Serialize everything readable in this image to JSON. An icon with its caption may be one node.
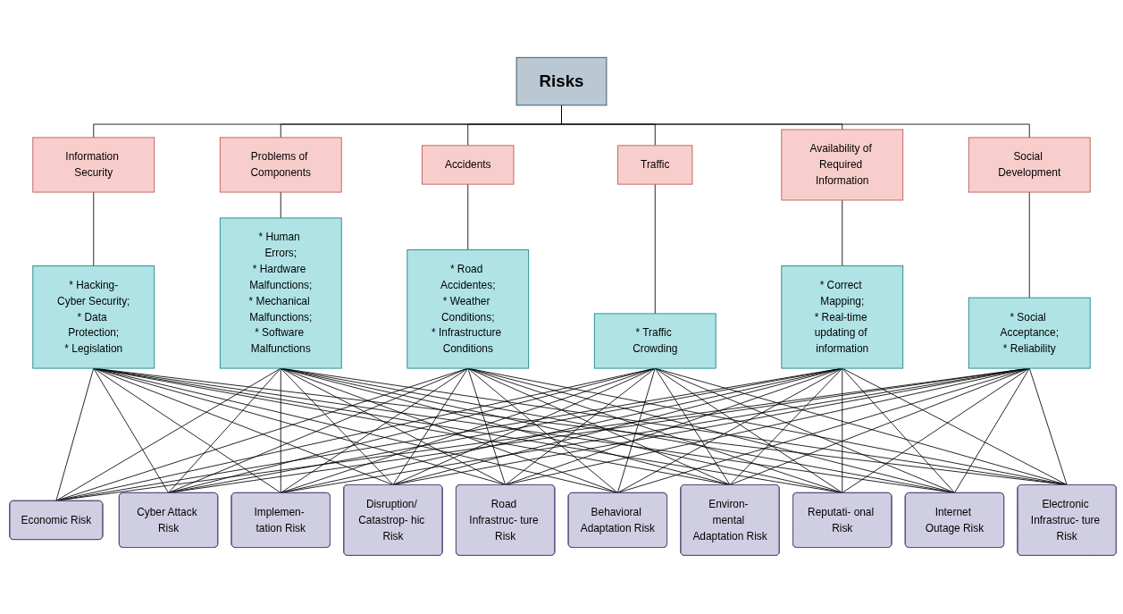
{
  "diagram": {
    "nodes": [
      {
        "text": [
          "Risks"
        ]
      },
      {
        "text": [
          "Information Security"
        ]
      },
      {
        "text": [
          "Problems of Components"
        ]
      },
      {
        "text": [
          "Accidents"
        ]
      },
      {
        "text": [
          "Traffic"
        ]
      },
      {
        "text": [
          "Availability of Required Information"
        ]
      },
      {
        "text": [
          "Social Development"
        ]
      },
      {
        "text": [
          "* Hacking-Cyber Security;",
          "* Data Protection;",
          "* Legislation"
        ]
      },
      {
        "text": [
          "* Human Errors;",
          "* Hardware Malfunctions;",
          "* Mechanical Malfunctions;",
          "* Software Malfunctions"
        ]
      },
      {
        "text": [
          "* Road Accidentes;",
          "* Weather Conditions;",
          "* Infrastructure Conditions"
        ]
      },
      {
        "text": [
          "* Traffic Crowding"
        ]
      },
      {
        "text": [
          "* Correct Mapping;",
          "* Real-time updating of information"
        ]
      },
      {
        "text": [
          "* Social Acceptance;",
          "* Reliability"
        ]
      },
      {
        "text": [
          "Economic Risk"
        ]
      },
      {
        "text": [
          "Cyber Attack Risk"
        ]
      },
      {
        "text": [
          "Implemen- tation Risk"
        ]
      },
      {
        "text": [
          "Disruption/ Catastrop- hic Risk"
        ]
      },
      {
        "text": [
          "Road Infrastruc- ture Risk"
        ]
      },
      {
        "text": [
          "Behavioral Adaptation Risk"
        ]
      },
      {
        "text": [
          "Environ- mental Adaptation Risk"
        ]
      },
      {
        "text": [
          "Reputati- onal Risk"
        ]
      },
      {
        "text": [
          "Internet Outage Risk"
        ]
      },
      {
        "text": [
          "Electronic Infrastruc- ture Risk"
        ]
      }
    ],
    "edges": [
      {
        "from": 0,
        "to": 1,
        "arrow": "none"
      },
      {
        "from": 0,
        "to": 2,
        "arrow": "none"
      },
      {
        "from": 0,
        "to": 3,
        "arrow": "none"
      },
      {
        "from": 0,
        "to": 4,
        "arrow": "none"
      },
      {
        "from": 0,
        "to": 5,
        "arrow": "none"
      },
      {
        "from": 0,
        "to": 6,
        "arrow": "none"
      },
      {
        "from": 1,
        "to": 7,
        "arrow": "none"
      },
      {
        "from": 2,
        "to": 8,
        "arrow": "none"
      },
      {
        "from": 3,
        "to": 9,
        "arrow": "none"
      },
      {
        "from": 4,
        "to": 10,
        "arrow": "none"
      },
      {
        "from": 5,
        "to": 11,
        "arrow": "none"
      },
      {
        "from": 6,
        "to": 12,
        "arrow": "none"
      },
      {
        "from": 7,
        "to": 13,
        "arrow": "none"
      },
      {
        "from": 7,
        "to": 14,
        "arrow": "none"
      },
      {
        "from": 7,
        "to": 15,
        "arrow": "none"
      },
      {
        "from": 7,
        "to": 16,
        "arrow": "none"
      },
      {
        "from": 7,
        "to": 17,
        "arrow": "none"
      },
      {
        "from": 7,
        "to": 18,
        "arrow": "none"
      },
      {
        "from": 7,
        "to": 19,
        "arrow": "none"
      },
      {
        "from": 7,
        "to": 20,
        "arrow": "none"
      },
      {
        "from": 7,
        "to": 21,
        "arrow": "none"
      },
      {
        "from": 7,
        "to": 22,
        "arrow": "none"
      },
      {
        "from": 8,
        "to": 13,
        "arrow": "none"
      },
      {
        "from": 8,
        "to": 14,
        "arrow": "none"
      },
      {
        "from": 8,
        "to": 15,
        "arrow": "none"
      },
      {
        "from": 8,
        "to": 16,
        "arrow": "none"
      },
      {
        "from": 8,
        "to": 17,
        "arrow": "none"
      },
      {
        "from": 8,
        "to": 18,
        "arrow": "none"
      },
      {
        "from": 8,
        "to": 19,
        "arrow": "none"
      },
      {
        "from": 8,
        "to": 20,
        "arrow": "none"
      },
      {
        "from": 8,
        "to": 21,
        "arrow": "none"
      },
      {
        "from": 8,
        "to": 22,
        "arrow": "none"
      },
      {
        "from": 9,
        "to": 13,
        "arrow": "none"
      },
      {
        "from": 9,
        "to": 14,
        "arrow": "none"
      },
      {
        "from": 9,
        "to": 15,
        "arrow": "none"
      },
      {
        "from": 9,
        "to": 16,
        "arrow": "none"
      },
      {
        "from": 9,
        "to": 17,
        "arrow": "none"
      },
      {
        "from": 9,
        "to": 18,
        "arrow": "none"
      },
      {
        "from": 9,
        "to": 19,
        "arrow": "none"
      },
      {
        "from": 9,
        "to": 20,
        "arrow": "none"
      },
      {
        "from": 9,
        "to": 21,
        "arrow": "none"
      },
      {
        "from": 9,
        "to": 22,
        "arrow": "none"
      },
      {
        "from": 10,
        "to": 13,
        "arrow": "none"
      },
      {
        "from": 10,
        "to": 14,
        "arrow": "none"
      },
      {
        "from": 10,
        "to": 15,
        "arrow": "none"
      },
      {
        "from": 10,
        "to": 16,
        "arrow": "none"
      },
      {
        "from": 10,
        "to": 17,
        "arrow": "none"
      },
      {
        "from": 10,
        "to": 18,
        "arrow": "none"
      },
      {
        "from": 10,
        "to": 19,
        "arrow": "none"
      },
      {
        "from": 10,
        "to": 20,
        "arrow": "none"
      },
      {
        "from": 10,
        "to": 21,
        "arrow": "none"
      },
      {
        "from": 10,
        "to": 22,
        "arrow": "none"
      },
      {
        "from": 11,
        "to": 13,
        "arrow": "none"
      },
      {
        "from": 11,
        "to": 14,
        "arrow": "none"
      },
      {
        "from": 11,
        "to": 15,
        "arrow": "none"
      },
      {
        "from": 11,
        "to": 16,
        "arrow": "none"
      },
      {
        "from": 11,
        "to": 17,
        "arrow": "none"
      },
      {
        "from": 11,
        "to": 18,
        "arrow": "none"
      },
      {
        "from": 11,
        "to": 19,
        "arrow": "none"
      },
      {
        "from": 11,
        "to": 20,
        "arrow": "none"
      },
      {
        "from": 11,
        "to": 21,
        "arrow": "none"
      },
      {
        "from": 11,
        "to": 22,
        "arrow": "none"
      },
      {
        "from": 12,
        "to": 13,
        "arrow": "none"
      },
      {
        "from": 12,
        "to": 14,
        "arrow": "none"
      },
      {
        "from": 12,
        "to": 15,
        "arrow": "none"
      },
      {
        "from": 12,
        "to": 16,
        "arrow": "none"
      },
      {
        "from": 12,
        "to": 17,
        "arrow": "none"
      },
      {
        "from": 12,
        "to": 18,
        "arrow": "none"
      },
      {
        "from": 12,
        "to": 19,
        "arrow": "none"
      },
      {
        "from": 12,
        "to": 20,
        "arrow": "none"
      },
      {
        "from": 12,
        "to": 21,
        "arrow": "none"
      },
      {
        "from": 12,
        "to": 22,
        "arrow": "none"
      }
    ]
  }
}
